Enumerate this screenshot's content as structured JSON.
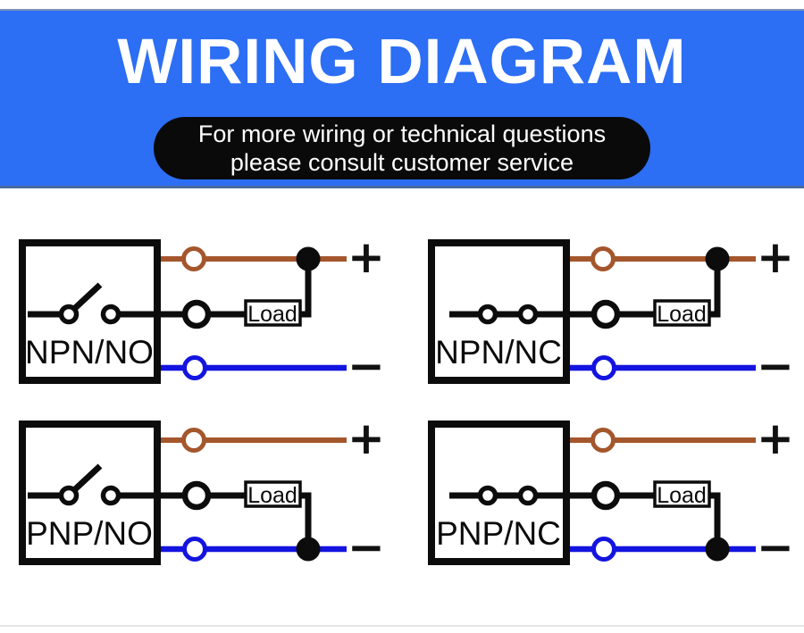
{
  "banner": {
    "title": "WIRING DIAGRAM",
    "note_line1": "For more wiring or technical questions",
    "note_line2": "please consult customer service"
  },
  "colors": {
    "banner_blue": "#2c6ef4",
    "brown_wire": "#a4562c",
    "blue_wire": "#1414e0",
    "wire_black": "#0c0c0c"
  },
  "diagrams": [
    {
      "label": "NPN/NO",
      "switch": "open",
      "load_to": "positive",
      "load_label": "Load",
      "positive_label": "+",
      "negative_label": "−"
    },
    {
      "label": "NPN/NC",
      "switch": "closed",
      "load_to": "positive",
      "load_label": "Load",
      "positive_label": "+",
      "negative_label": "−"
    },
    {
      "label": "PNP/NO",
      "switch": "open",
      "load_to": "negative",
      "load_label": "Load",
      "positive_label": "+",
      "negative_label": "−"
    },
    {
      "label": "PNP/NC",
      "switch": "closed",
      "load_to": "negative",
      "load_label": "Load",
      "positive_label": "+",
      "negative_label": "−"
    }
  ]
}
